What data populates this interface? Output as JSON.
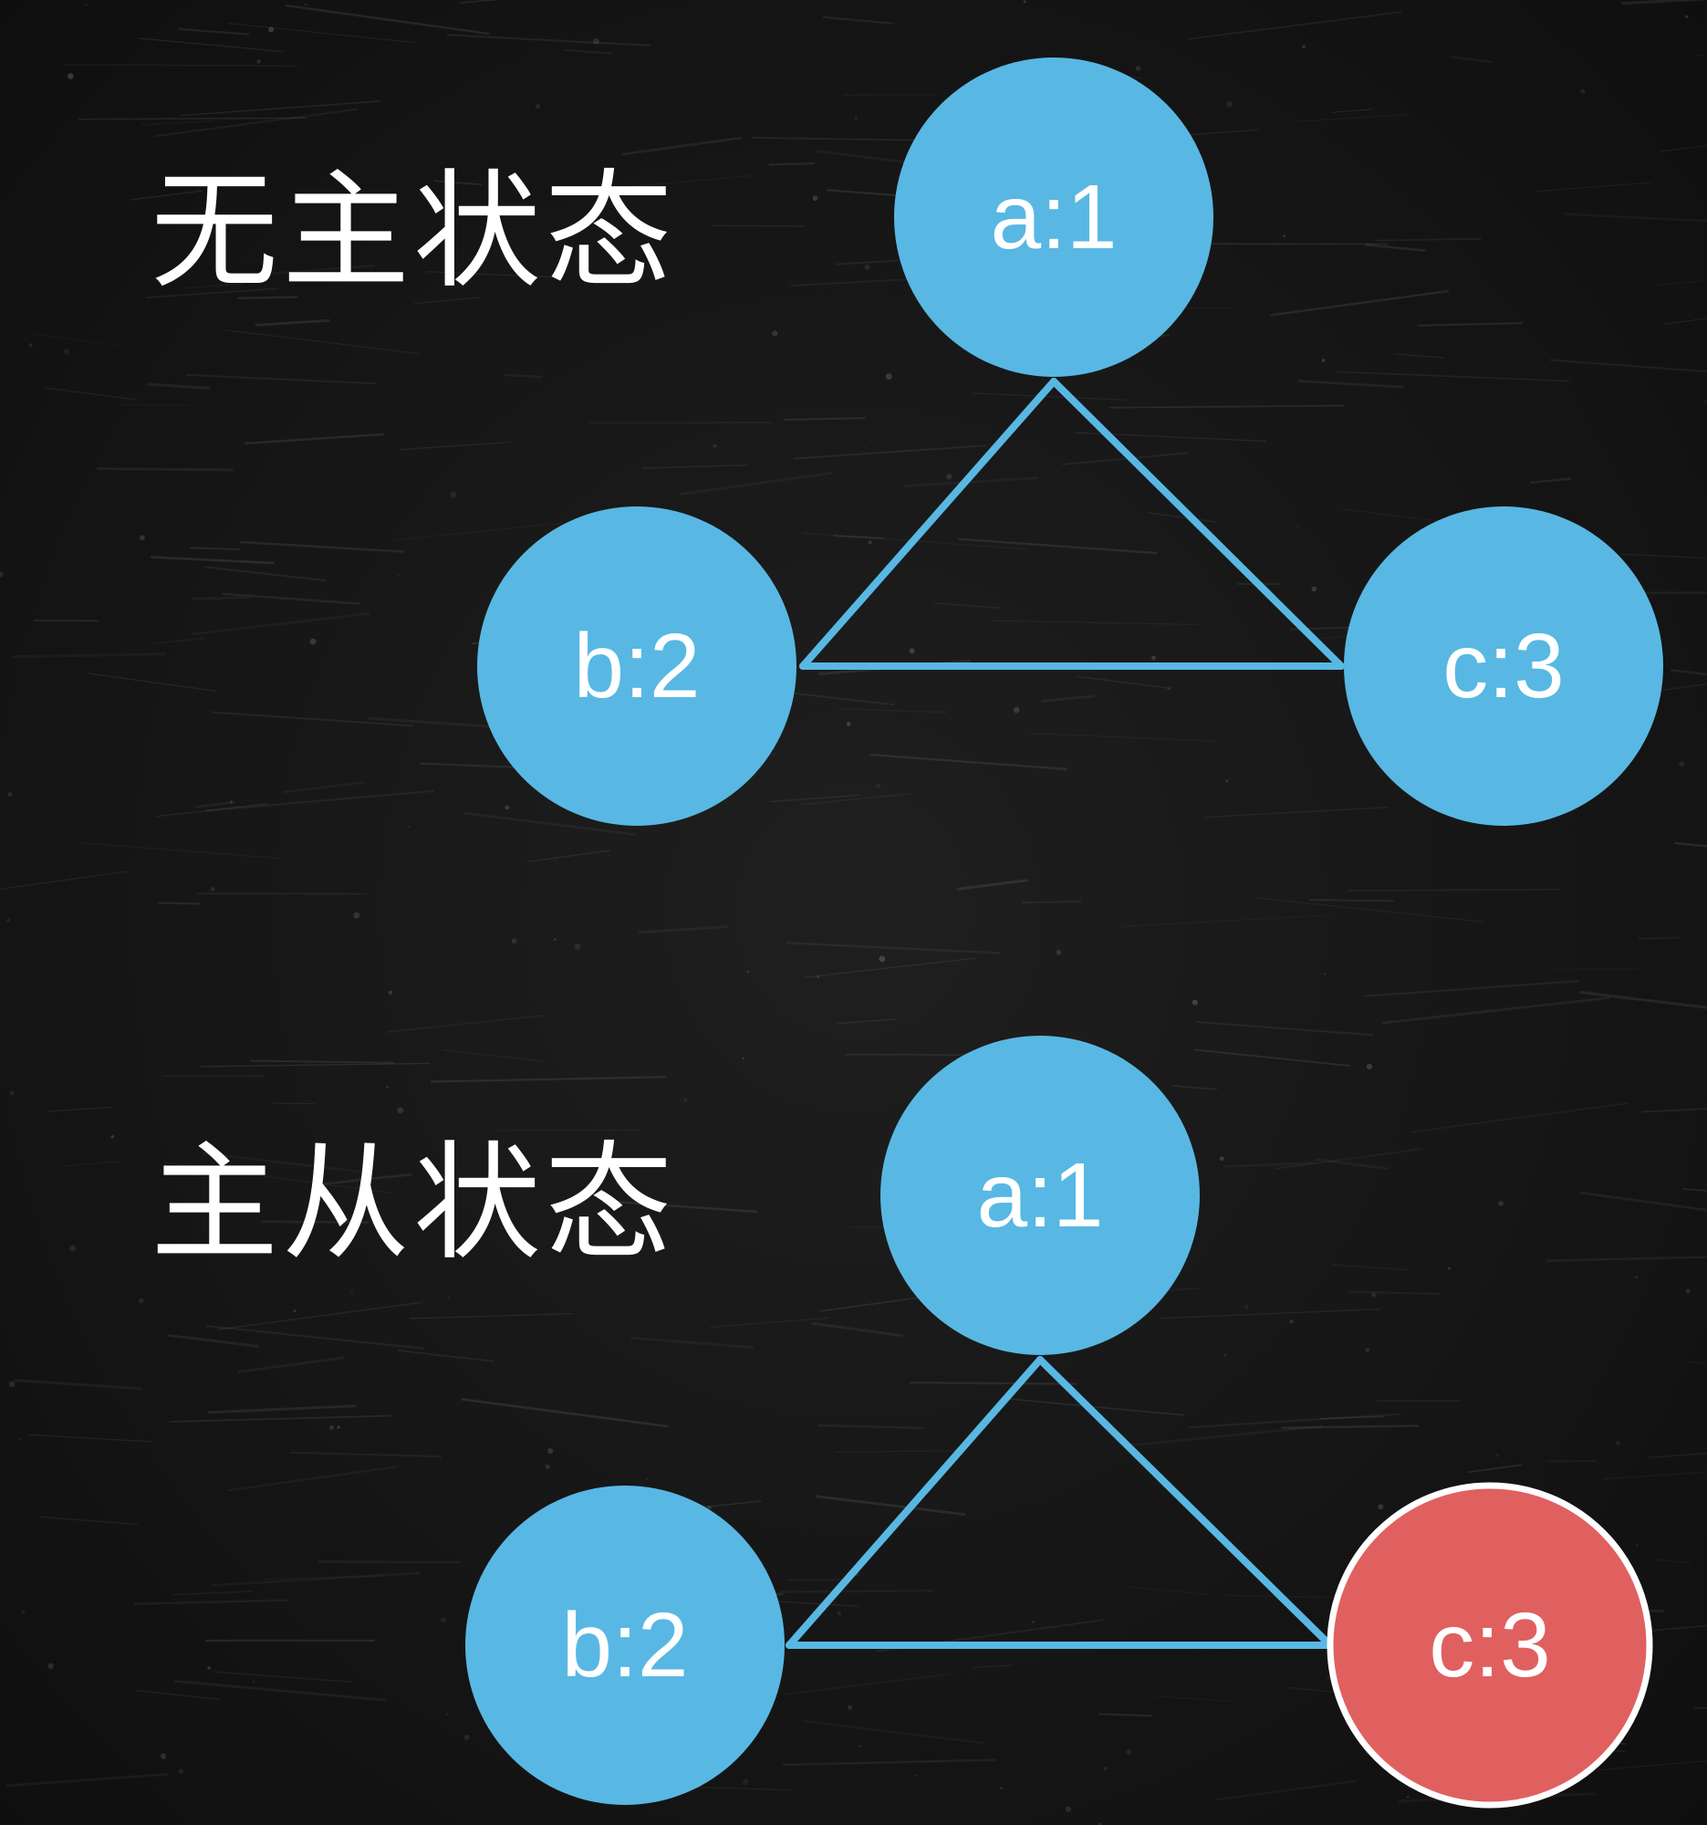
{
  "colors": {
    "background": "#141414",
    "node": "#58b8e3",
    "node_highlight": "#e06060",
    "edge": "#58b8e3",
    "text": "#ffffff"
  },
  "diagrams": [
    {
      "label": "无主状态",
      "nodes": [
        {
          "id": "a",
          "text": "a:1",
          "highlight": false
        },
        {
          "id": "b",
          "text": "b:2",
          "highlight": false
        },
        {
          "id": "c",
          "text": "c:3",
          "highlight": false
        }
      ],
      "edges": [
        [
          "a",
          "b"
        ],
        [
          "a",
          "c"
        ],
        [
          "b",
          "c"
        ]
      ]
    },
    {
      "label": "主从状态",
      "nodes": [
        {
          "id": "a",
          "text": "a:1",
          "highlight": false
        },
        {
          "id": "b",
          "text": "b:2",
          "highlight": false
        },
        {
          "id": "c",
          "text": "c:3",
          "highlight": true
        }
      ],
      "edges": [
        [
          "a",
          "b"
        ],
        [
          "a",
          "c"
        ],
        [
          "b",
          "c"
        ]
      ]
    }
  ]
}
